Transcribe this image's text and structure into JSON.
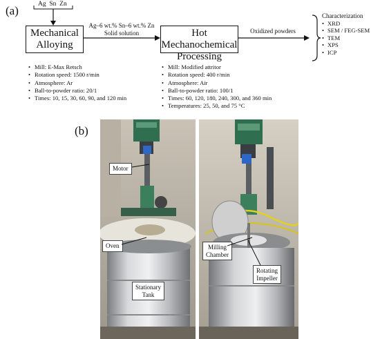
{
  "panel_a": {
    "label": "(a)",
    "inputs": [
      "Ag",
      "Sn",
      "Zn"
    ],
    "mechanical_alloying": {
      "title_line1": "Mechanical",
      "title_line2": "Alloying",
      "conditions": [
        "Mill: E-Max Retsch",
        "Rotation speed: 1500 r/min",
        "Atmosphere:  Ar",
        "Ball-to-powder ratio: 20/1",
        "Times: 10, 15, 30, 60, 90, and 120 min"
      ]
    },
    "arrow1_label_line1": "Ag–6 wt.% Sn–6 wt.% Zn",
    "arrow1_label_line2": "Solid solution",
    "hot_mechanochemical": {
      "title_line1": "Hot Mechanochemical",
      "title_line2": "Processing",
      "conditions": [
        "Mill: Modified attritor",
        "Rotation speed: 400 r/min",
        "Atmosphere:  Air",
        "Ball-to-powder ratio: 100/1",
        "Times: 60, 120, 180, 240, 300, and 360 min",
        "Temperatures: 25, 50, and 75 °C"
      ]
    },
    "arrow2_label": "Oxidized powders",
    "characterization": {
      "title": "Characterization",
      "items": [
        "XRD",
        "SEM / FEG-SEM",
        "TEM",
        "XPS",
        "ICP"
      ]
    }
  },
  "panel_b": {
    "label": "(b)",
    "tags": {
      "motor": "Motor",
      "oven": "Oven",
      "stationary_tank_line1": "Stationary",
      "stationary_tank_line2": "Tank",
      "milling_chamber_line1": "Milling",
      "milling_chamber_line2": "Chamber",
      "rotating_impeller_line1": "Rotating",
      "rotating_impeller_line2": "Impeller"
    }
  }
}
